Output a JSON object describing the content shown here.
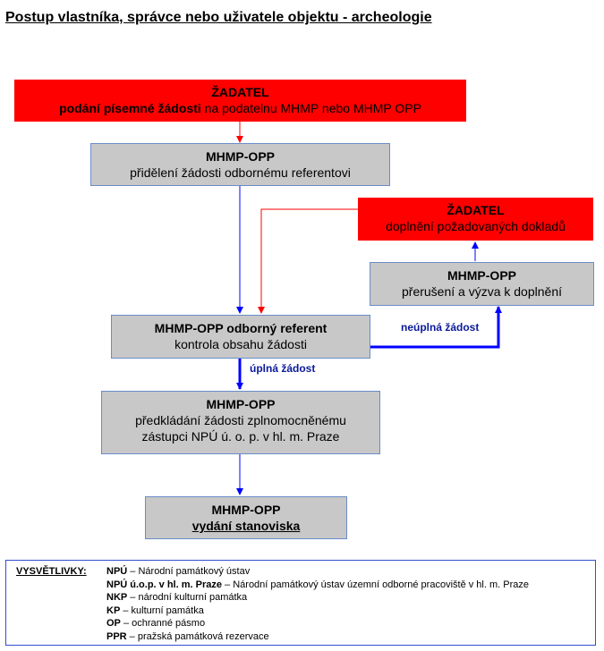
{
  "title": "Postup vlastníka, správce nebo uživatele objektu - archeologie",
  "nodes": {
    "zadatel1": {
      "title": "ŽADATEL",
      "line2_bold": "podání písemné žádosti",
      "line2_rest": " na podatelnu MHMP nebo MHMP OPP"
    },
    "opp_assign": {
      "title": "MHMP-OPP",
      "line2": "přidělení žádosti odbornému referentovi"
    },
    "zadatel2": {
      "title": "ŽADATEL",
      "line2": "doplnění požadovaných dokladů"
    },
    "opp_interrupt": {
      "title": "MHMP-OPP",
      "line2": "přerušení a výzva k doplnění"
    },
    "referent": {
      "title": "MHMP-OPP odborný referent",
      "line2": "kontrola obsahu žádosti"
    },
    "opp_submit": {
      "title": "MHMP-OPP",
      "line2": "předkládání žádosti zplnomocněnému",
      "line3": "zástupci NPÚ ú. o. p. v hl. m. Praze"
    },
    "opp_issue": {
      "title": "MHMP-OPP",
      "line2": "vydání stanoviska"
    }
  },
  "edges": {
    "complete_label": "úplná žádost",
    "incomplete_label": "neúplná žádost"
  },
  "legend": {
    "heading": "VYSVĚTLIVKY:",
    "items": [
      {
        "abbr": "NPÚ",
        "text": " – Národní památkový ústav"
      },
      {
        "abbr": "NPÚ ú.o.p. v hl. m. Praze",
        "text": " – Národní památkový ústav územní odborné pracoviště v hl. m. Praze"
      },
      {
        "abbr": "NKP",
        "text": " – národní kulturní památka"
      },
      {
        "abbr": "KP",
        "text": " – kulturní památka"
      },
      {
        "abbr": "OP",
        "text": " – ochranné pásmo"
      },
      {
        "abbr": "PPR",
        "text": " – pražská památková rezervace"
      }
    ]
  },
  "colors": {
    "red_box": "#ff0000",
    "grey_box": "#c8c8c8",
    "box_border": "#6a8cc8",
    "arrow_blue": "#0000ff",
    "arrow_red": "#ff0000",
    "label_blue": "#0a1a9a"
  }
}
